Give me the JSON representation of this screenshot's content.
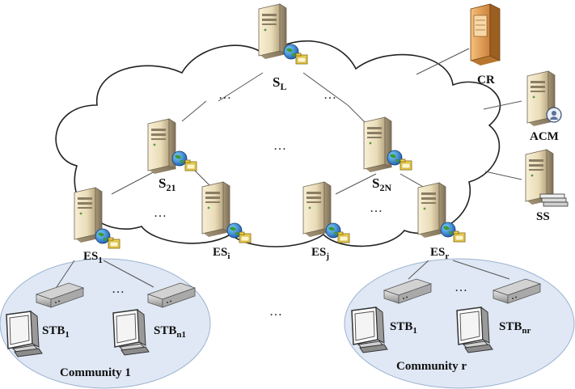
{
  "labels": {
    "sL": {
      "main": "S",
      "sub": "L"
    },
    "s21": {
      "main": "S",
      "sub": "21"
    },
    "s2N": {
      "main": "S",
      "sub": "2N"
    },
    "es1": {
      "main": "ES",
      "sub": "1"
    },
    "esi": {
      "main": "ES",
      "sub": "i"
    },
    "esj": {
      "main": "ES",
      "sub": "j"
    },
    "esr": {
      "main": "ES",
      "sub": "r"
    },
    "cr": "CR",
    "acm": "ACM",
    "ss": "SS",
    "stb1_left": {
      "main": "STB",
      "sub": "1"
    },
    "stbn1": {
      "main": "STB",
      "sub": "n1"
    },
    "stb1_right": {
      "main": "STB",
      "sub": "1"
    },
    "stbnr": {
      "main": "STB",
      "sub": "nr"
    },
    "community1": "Community 1",
    "communityr": "Community r"
  },
  "ellipsis": "…",
  "icons": {
    "server": "server-tower-icon",
    "globe": "globe-icon",
    "folder": "folder-icon",
    "stb": "set-top-box-icon",
    "monitor": "crt-monitor-icon",
    "cabinet": "rack-cabinet-icon",
    "user": "user-badge-icon",
    "storage": "disk-stack-icon"
  },
  "colors": {
    "cloud_fill": "#ffffff",
    "cloud_stroke": "#222222",
    "community_fill": "#dfe8f4",
    "community_stroke": "#9db3d1",
    "server_body": "#efe3c4",
    "cabinet_body": "#e8a857"
  }
}
